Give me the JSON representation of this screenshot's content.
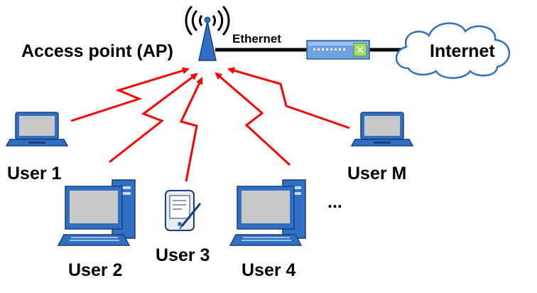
{
  "diagram": {
    "labels": {
      "access_point": "Access point (AP)",
      "ethernet": "Ethernet",
      "internet": "Internet",
      "user1": "User 1",
      "user2": "User 2",
      "user3": "User 3",
      "user4": "User 4",
      "userM": "User M",
      "ellipsis": "..."
    },
    "icons": {
      "access_point": "antenna-tower-icon",
      "switch": "network-switch-icon",
      "cloud": "cloud-icon",
      "laptop": "laptop-icon",
      "desktop": "desktop-computer-icon",
      "pda": "pda-stylus-icon"
    },
    "colors": {
      "wireless_link": "#ff0000",
      "wired_link": "#000000",
      "device_blue": "#2f6fc4",
      "screen_gray": "#c8c8c8",
      "cloud_stroke": "#2f6fc4"
    }
  }
}
